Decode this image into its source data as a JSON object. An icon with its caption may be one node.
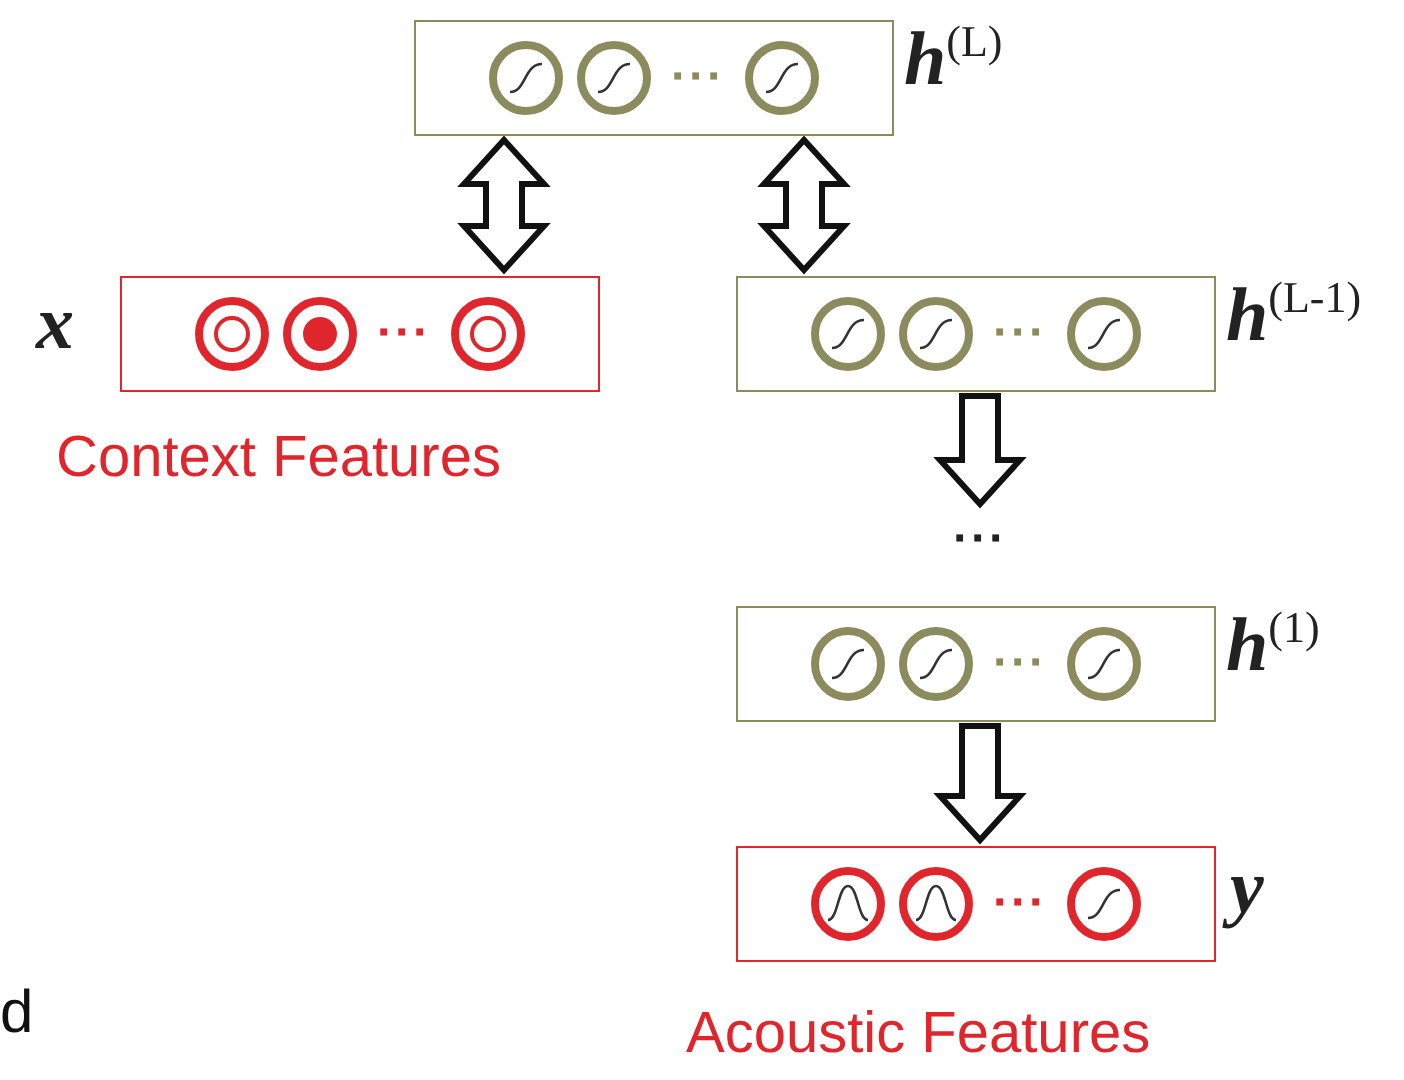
{
  "diagram": {
    "nodes": [
      {
        "text": [
          "···"
        ],
        "beside": [
          "h$^{(L)}$"
        ]
      },
      {
        "text": [
          "···"
        ],
        "beside": [
          "x",
          "Context Features"
        ]
      },
      {
        "text": [
          "···"
        ],
        "beside": [
          "h$^{(L-1)}$"
        ]
      },
      {
        "text": [
          "···"
        ]
      },
      {
        "text": [
          "···"
        ],
        "beside": [
          "h$^{(1)}$"
        ]
      },
      {
        "text": [
          "···"
        ],
        "beside": [
          "y",
          "Acoustic Features"
        ]
      }
    ],
    "edges": [
      {
        "from": 1,
        "to": 0,
        "arrow": "both"
      },
      {
        "from": 2,
        "to": 0,
        "arrow": "both"
      },
      {
        "from": 2,
        "to": 3,
        "arrow": "to"
      },
      {
        "from": 4,
        "to": 5,
        "arrow": "to"
      }
    ],
    "labels": [
      "d"
    ]
  }
}
